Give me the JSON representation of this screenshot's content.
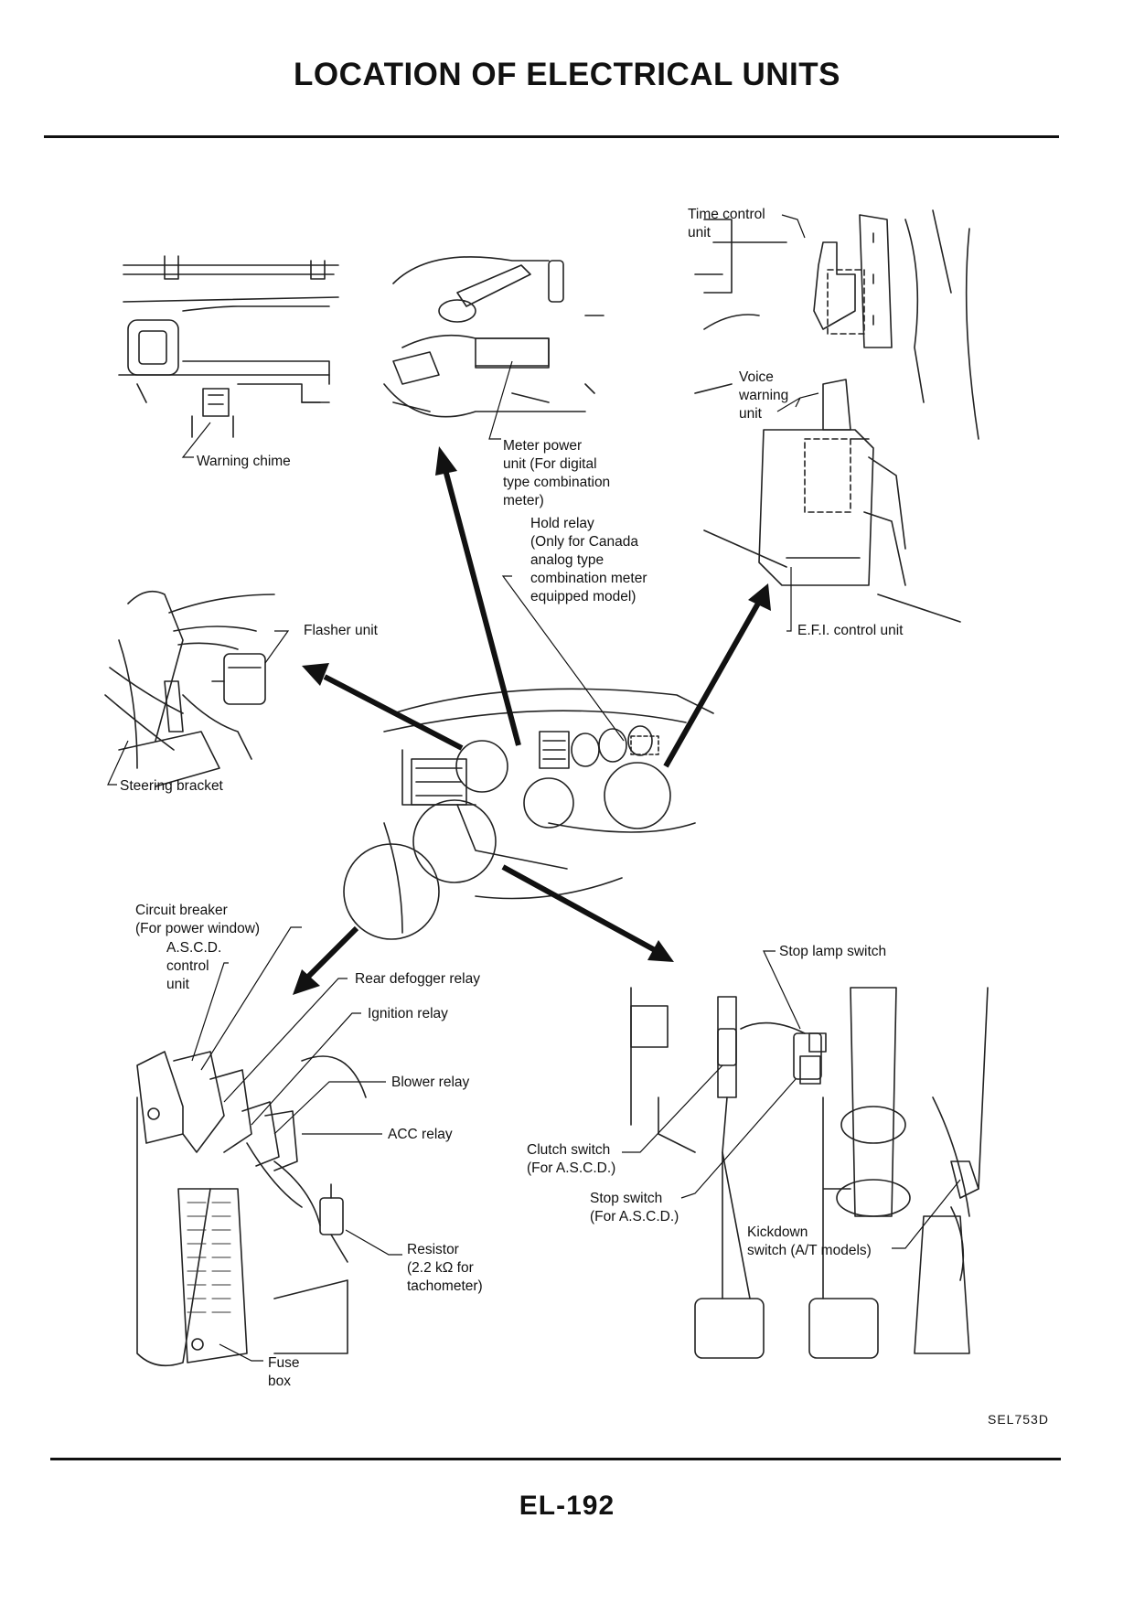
{
  "page": {
    "title": "LOCATION OF ELECTRICAL UNITS",
    "figure_code": "SEL753D",
    "page_number": "EL-192"
  },
  "callouts": {
    "warning_chime": "Warning chime",
    "meter_power_unit": [
      "Meter power",
      "unit (For digital",
      "type combination",
      "meter)"
    ],
    "hold_relay": [
      "Hold relay",
      "(Only for Canada",
      "analog type",
      "combination meter",
      "equipped model)"
    ],
    "time_control_unit": [
      "Time control",
      "unit"
    ],
    "voice_warning_unit": [
      "Voice",
      "warning",
      "unit"
    ],
    "efi_control_unit": "E.F.I. control unit",
    "flasher_unit": "Flasher unit",
    "steering_bracket": "Steering bracket",
    "circuit_breaker": [
      "Circuit breaker",
      "(For power window)"
    ],
    "ascd_control_unit": [
      "A.S.C.D.",
      "control",
      "unit"
    ],
    "rear_defogger_relay": "Rear defogger relay",
    "ignition_relay": "Ignition relay",
    "blower_relay": "Blower relay",
    "acc_relay": "ACC relay",
    "resistor": [
      "Resistor",
      "(2.2 kΩ for",
      "tachometer)"
    ],
    "fuse_box": [
      "Fuse",
      "box"
    ],
    "stop_lamp_switch": "Stop lamp switch",
    "clutch_switch": [
      "Clutch switch",
      "(For A.S.C.D.)"
    ],
    "stop_switch": [
      "Stop switch",
      "(For A.S.C.D.)"
    ],
    "kickdown_switch": [
      "Kickdown",
      "switch (A/T models)"
    ]
  }
}
